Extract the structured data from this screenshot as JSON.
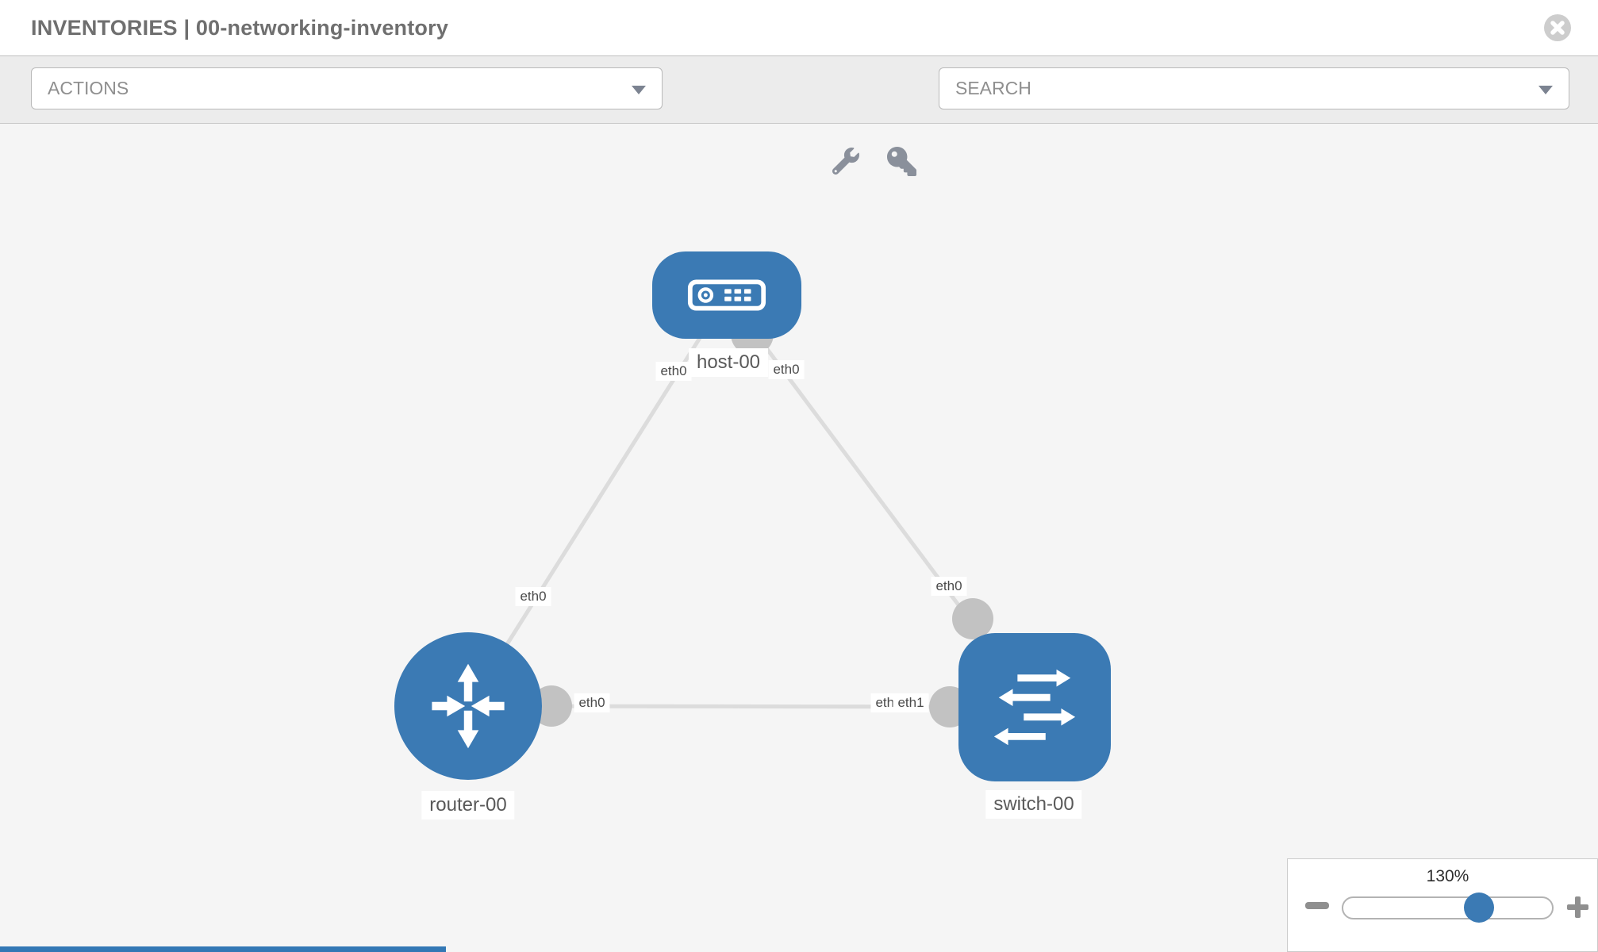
{
  "header": {
    "title": "INVENTORIES | 00-networking-inventory"
  },
  "toolbar": {
    "actions_label": "ACTIONS",
    "search_label": "SEARCH"
  },
  "diagram": {
    "nodes": [
      {
        "type": "host",
        "label": "host-00"
      },
      {
        "type": "router",
        "label": "router-00"
      },
      {
        "type": "switch",
        "label": "switch-00"
      }
    ],
    "links": [
      {
        "from": "host-00",
        "to": "router-00"
      },
      {
        "from": "host-00",
        "to": "switch-00"
      },
      {
        "from": "router-00",
        "to": "switch-00"
      }
    ],
    "port_labels": {
      "host_router_host_end": "eth0",
      "host_router_router_end": "eth0",
      "host_switch_host_end": "eth0",
      "host_switch_switch_end": "eth0",
      "router_switch_router_end": "eth0",
      "router_switch_switch_end_back": "eth0",
      "router_switch_switch_end_front": "eth1"
    }
  },
  "zoom_control": {
    "value": "130%"
  },
  "icons": [
    "close-icon",
    "caret-down-icon",
    "wrench-icon",
    "key-icon",
    "host-icon",
    "router-icon",
    "switch-icon",
    "minus-icon",
    "plus-icon"
  ],
  "colors": {
    "node_blue": "#3b7ab4",
    "link_gray": "#dcdcdc",
    "connector_gray": "#c2c2c2",
    "toolbar_icon_gray": "#8a909b",
    "accent_blue": "#3378b5"
  }
}
